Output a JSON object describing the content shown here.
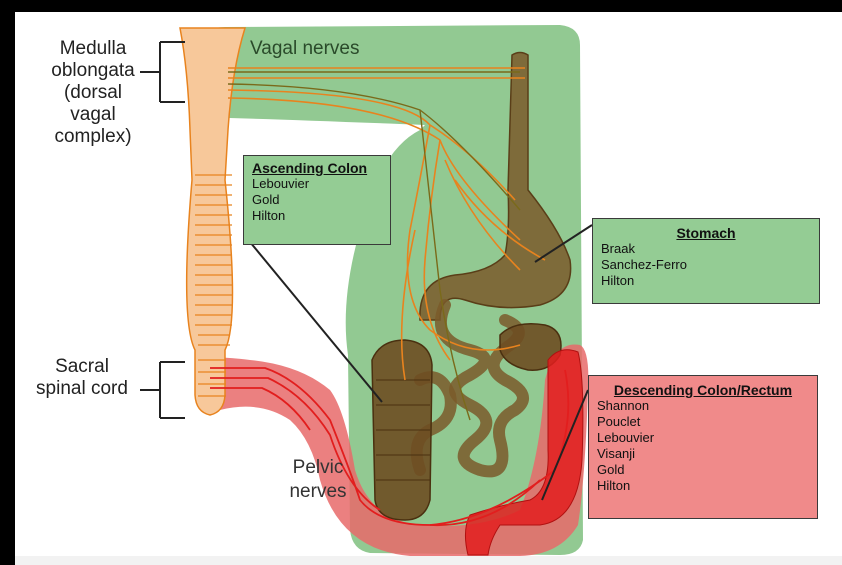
{
  "labels": {
    "medulla": [
      "Medulla",
      "oblongata",
      "(dorsal",
      "vagal",
      "complex)"
    ],
    "sacral": [
      "Sacral",
      "spinal cord"
    ],
    "vagal": "Vagal nerves",
    "pelvic": [
      "Pelvic",
      "nerves"
    ]
  },
  "boxes": {
    "ascending": {
      "title": "Ascending Colon",
      "items": [
        "Lebouvier",
        "Gold",
        "Hilton"
      ]
    },
    "stomach": {
      "title": "Stomach",
      "items": [
        "Braak",
        "Sanchez-Ferro",
        "Hilton"
      ]
    },
    "descending": {
      "title": "Descending Colon/Rectum",
      "items": [
        "Shannon",
        "Pouclet",
        "Lebouvier",
        "Visanji",
        "Gold",
        "Hilton"
      ]
    }
  },
  "colors": {
    "vagal_region": "#7fbf7f",
    "pelvic_region": "#e86a6a",
    "nerve": "#e8831e",
    "gut": "#7a5a2a",
    "spinal_cord": "#f7c89a",
    "green_box": "#94cc94",
    "red_box": "#f08a8a"
  }
}
